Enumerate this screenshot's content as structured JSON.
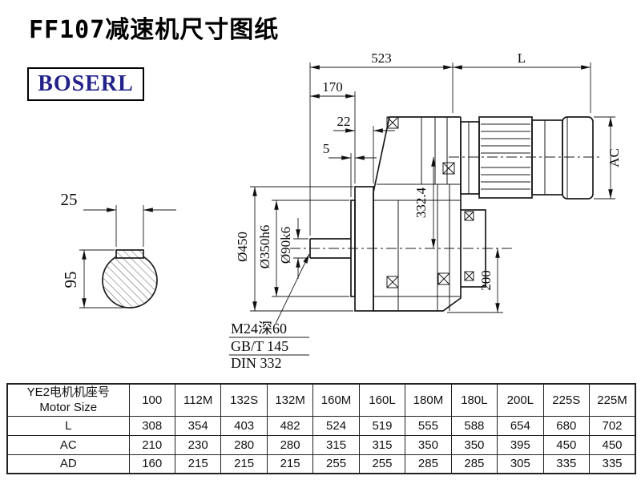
{
  "page": {
    "title": "FF107减速机尺寸图纸",
    "brand": "BOSERL"
  },
  "drawing": {
    "dims": {
      "total_length": "523",
      "motor_length": "L",
      "shaft_length": "170",
      "flange_thickness": "22",
      "spigot": "5",
      "motor_height": "AC",
      "axis_height": "332.4",
      "flange_od": "Ø450",
      "spigot_dia": "Ø350h6",
      "shaft_dia": "Ø90k6",
      "bottom_to_axis": "200",
      "key_width": "25",
      "key_height": "95"
    },
    "notes": [
      "M24深60",
      "GB/T 145",
      "DIN 332"
    ]
  },
  "table": {
    "row_header": {
      "line1": "YE2电机机座号",
      "line2": "Motor Size"
    },
    "columns": [
      "100",
      "112M",
      "132S",
      "132M",
      "160M",
      "160L",
      "180M",
      "180L",
      "200L",
      "225S",
      "225M"
    ],
    "rows": [
      {
        "label": "L",
        "values": [
          "308",
          "354",
          "403",
          "482",
          "524",
          "519",
          "555",
          "588",
          "654",
          "680",
          "702"
        ]
      },
      {
        "label": "AC",
        "values": [
          "210",
          "230",
          "280",
          "280",
          "315",
          "315",
          "350",
          "350",
          "395",
          "450",
          "450"
        ]
      },
      {
        "label": "AD",
        "values": [
          "160",
          "215",
          "215",
          "215",
          "255",
          "255",
          "285",
          "285",
          "305",
          "335",
          "335"
        ]
      }
    ]
  }
}
